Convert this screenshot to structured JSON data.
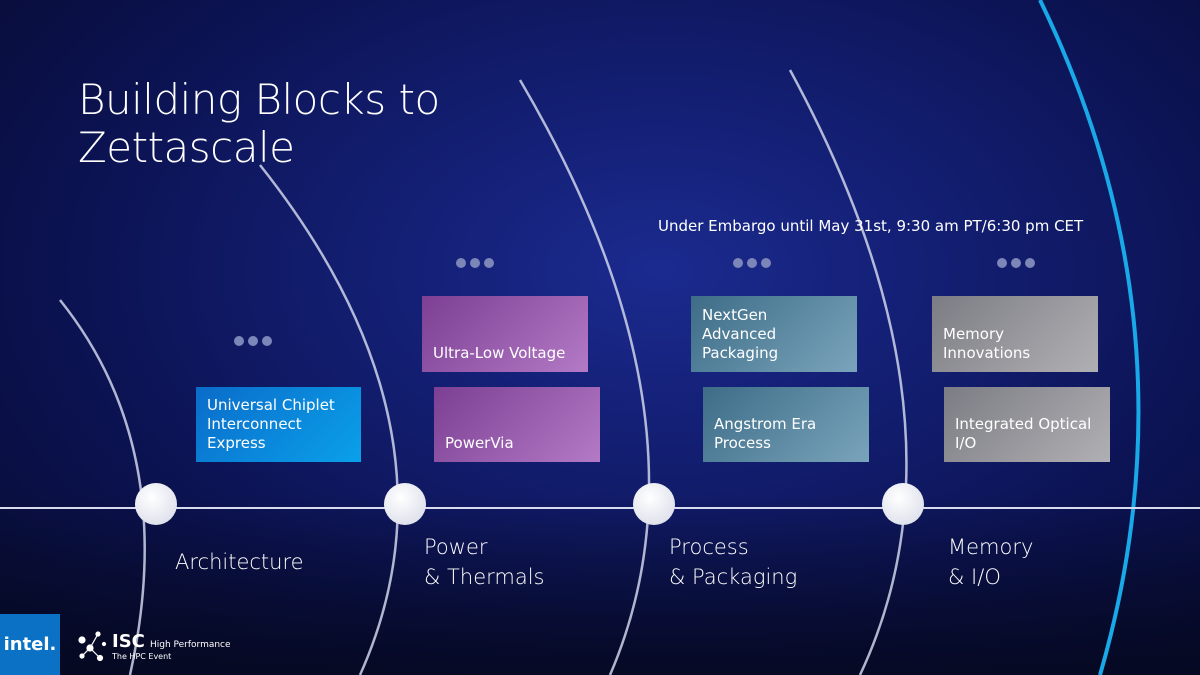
{
  "title": "Building Blocks to Zettascale",
  "title_lines": [
    "Building Blocks to",
    "Zettascale"
  ],
  "embargo": "Under Embargo until May 31st, 9:30 am PT/6:30 pm CET",
  "columns": [
    {
      "label_lines": [
        "Architecture"
      ],
      "boxes": [
        {
          "text": "Universal Chiplet Interconnect Express",
          "color": "#0a8fdc"
        }
      ]
    },
    {
      "label_lines": [
        "Power",
        "& Thermals"
      ],
      "boxes": [
        {
          "text": "Ultra-Low Voltage",
          "color": "#9a5cb0"
        },
        {
          "text": "PowerVia",
          "color": "#9a5cb0"
        }
      ]
    },
    {
      "label_lines": [
        "Process",
        "& Packaging"
      ],
      "boxes": [
        {
          "text": "NextGen Advanced Packaging",
          "color": "#5a889f"
        },
        {
          "text": "Angstrom Era Process",
          "color": "#5a889f"
        }
      ]
    },
    {
      "label_lines": [
        "Memory",
        "& I/O"
      ],
      "boxes": [
        {
          "text": "Memory Innovations",
          "color": "#9a9aa0"
        },
        {
          "text": "Integrated Optical I/O",
          "color": "#9a9aa0"
        }
      ]
    }
  ],
  "logos": {
    "intel": "intel.",
    "isc": "ISC",
    "isc_sub": "High Performance",
    "isc_tag": "The HPC Event"
  }
}
